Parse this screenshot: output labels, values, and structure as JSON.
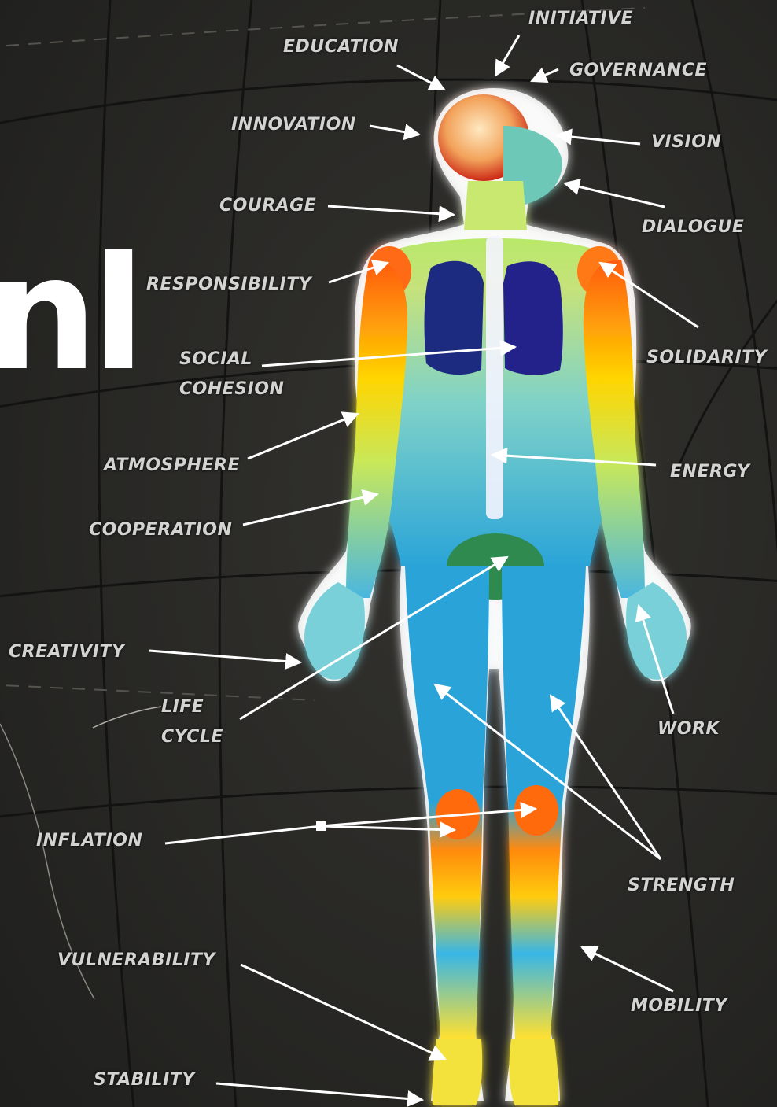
{
  "title_fragment": "nl",
  "colors": {
    "background": "#262624",
    "label_text": "#d3d3cf",
    "arrow": "#ffffff",
    "globe_lines": "#141413"
  },
  "figure": {
    "name": "full-body-thermal-xray-figure",
    "icon": "human-body-icon"
  },
  "labels": {
    "initiative": "INITIATIVE",
    "education": "EDUCATION",
    "governance": "GOVERNANCE",
    "innovation": "INNOVATION",
    "vision": "VISION",
    "courage": "COURAGE",
    "dialogue": "DIALOGUE",
    "responsibility": "RESPONSIBILITY",
    "solidarity": "SOLIDARITY",
    "social_cohesion": [
      "SOCIAL",
      "COHESION"
    ],
    "atmosphere": "ATMOSPHERE",
    "energy": "ENERGY",
    "cooperation": "COOPERATION",
    "creativity": "CREATIVITY",
    "life_cycle": [
      "LIFE",
      "CYCLE"
    ],
    "work": "WORK",
    "inflation": "INFLATION",
    "strength": "STRENGTH",
    "vulnerability": "VULNERABILITY",
    "mobility": "MOBILITY",
    "stability": "STABILITY"
  }
}
